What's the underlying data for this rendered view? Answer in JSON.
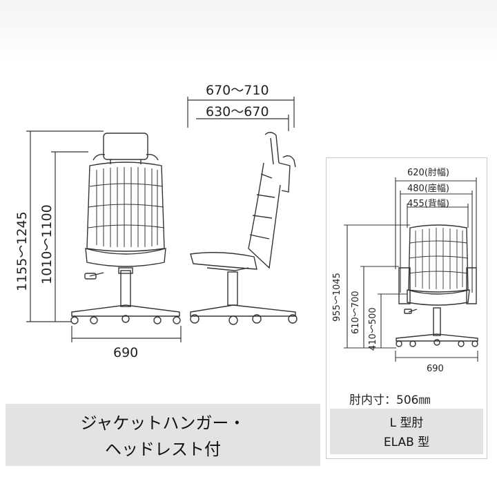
{
  "left_view": {
    "top_width_outer": "670～710",
    "top_width_inner": "630～670",
    "height_total": "1155～1245",
    "height_back": "1010～1100",
    "base_width": "690",
    "caption_line1": "ジャケットハンガー・",
    "caption_line2": "ヘッドレスト付"
  },
  "right_view": {
    "arm_width": "620(肘幅)",
    "seat_width": "480(座幅)",
    "back_width": "455(背幅)",
    "height_total": "955～1045",
    "height_arm": "610～700",
    "height_seat": "410～500",
    "base_width": "690",
    "arm_inner": "肘内寸：506㎜",
    "type_line1": "L 型肘",
    "type_line2": "ELAB 型"
  },
  "colors": {
    "line": "#333333",
    "caption_bg": "#e3e3e3",
    "panel_border": "#c9c9c9"
  }
}
